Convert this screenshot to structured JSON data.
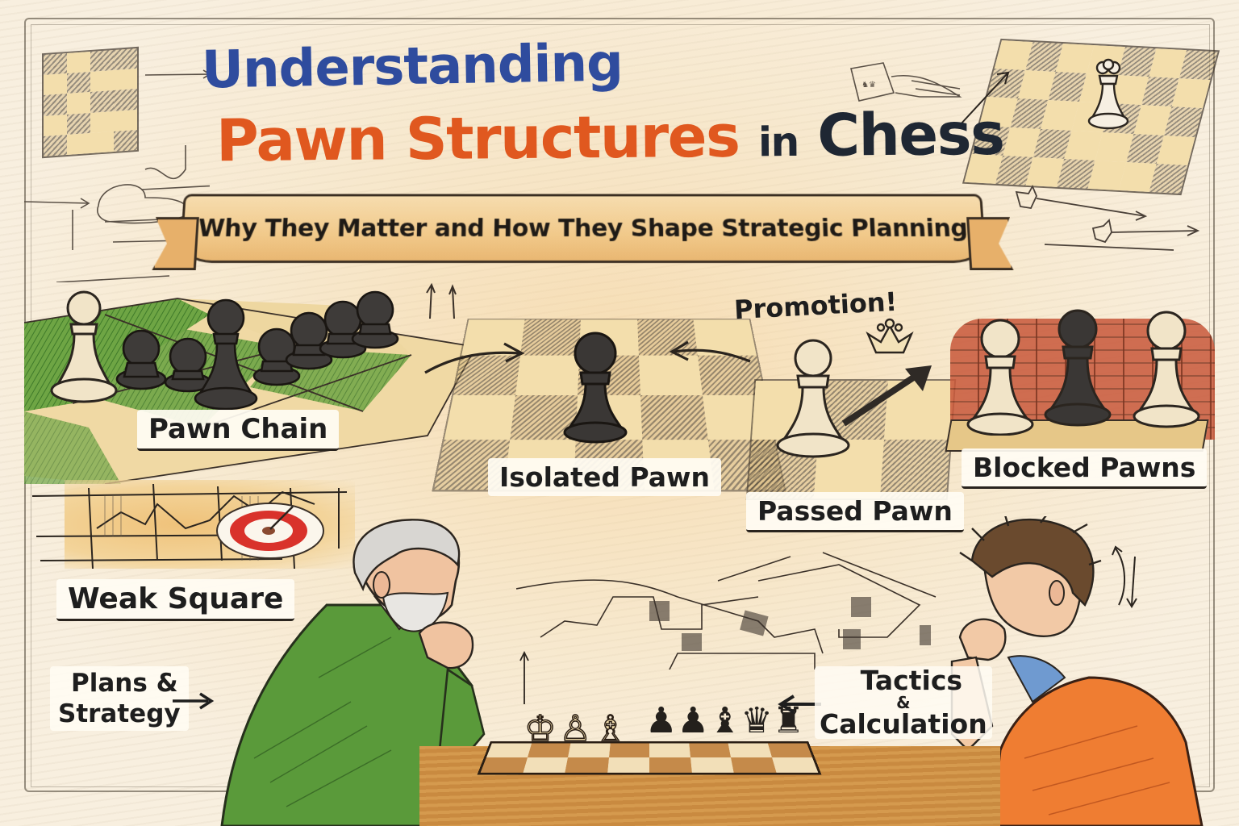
{
  "title": {
    "line1": "Understanding",
    "line2_part1": "Pawn Structures",
    "line2_part2": "in",
    "line2_part3": "Chess"
  },
  "banner": {
    "subtitle": "Why They Matter and How They Shape Strategic Planning"
  },
  "labels": {
    "pawn_chain": "Pawn Chain",
    "isolated_pawn": "Isolated Pawn",
    "promotion": "Promotion!",
    "passed_pawn": "Passed Pawn",
    "blocked_pawns": "Blocked Pawns",
    "weak_square": "Weak Square",
    "plans_strategy_line1": "Plans &",
    "plans_strategy_line2": "Strategy",
    "tactics_line1": "Tactics",
    "tactics_amp": "&",
    "tactics_line2": "Calculation"
  },
  "colors": {
    "title_blue": "#2f4c9e",
    "title_orange": "#e0581f",
    "title_dark": "#1f2733",
    "banner": "#f1c98a",
    "paper": "#f8efdf",
    "green_board": "#5f9a3c",
    "brick": "#c8583a",
    "target_red": "#d9322b",
    "sweater_green": "#5a9a3a",
    "shirt_orange": "#ef7d32"
  },
  "illustrations": {
    "pawn_chain": "diagonal chain of black pawns on green board with one white pawn",
    "isolated_pawn": "single black pawn on checkered board with arrows pointing inward",
    "passed_pawn": "white pawn with arrow toward crown",
    "blocked_pawns": "two white pawns and a black pawn in front of a brick wall",
    "weak_square": "sketched board with target",
    "players": [
      "older bearded man in green sweater",
      "young boy in orange shirt"
    ]
  }
}
